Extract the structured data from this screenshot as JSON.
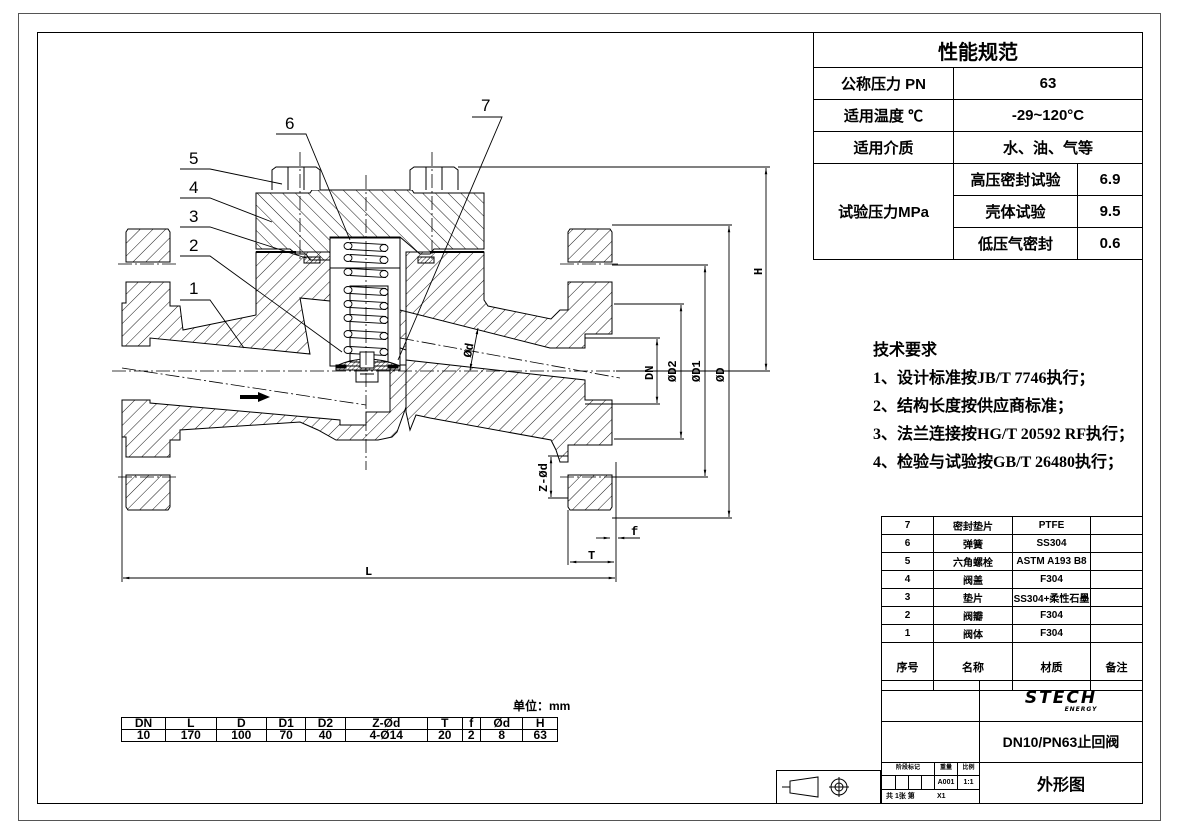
{
  "performance_spec": {
    "title": "性能规范",
    "rows": [
      {
        "label": "公称压力 PN",
        "value": "63"
      },
      {
        "label": "适用温度 ℃",
        "value": "-29~120°C"
      },
      {
        "label": "适用介质",
        "value": "水、油、气等"
      }
    ],
    "test_pressure": {
      "label": "试验压力MPa",
      "items": [
        {
          "name": "高压密封试验",
          "value": "6.9"
        },
        {
          "name": "壳体试验",
          "value": "9.5"
        },
        {
          "name": "低压气密封",
          "value": "0.6"
        }
      ]
    }
  },
  "technical_requirements": {
    "title": "技术要求",
    "items": [
      "1、设计标准按JB/T 7746执行；",
      "2、结构长度按供应商标准；",
      "3、法兰连接按HG/T 20592 RF执行；",
      "4、检验与试验按GB/T 26480执行；"
    ]
  },
  "bom": {
    "rows": [
      {
        "no": "7",
        "name": "密封垫片",
        "material": "PTFE",
        "note": ""
      },
      {
        "no": "6",
        "name": "弹簧",
        "material": "SS304",
        "note": ""
      },
      {
        "no": "5",
        "name": "六角螺栓",
        "material": "ASTM A193 B8",
        "note": ""
      },
      {
        "no": "4",
        "name": "阀盖",
        "material": "F304",
        "note": ""
      },
      {
        "no": "3",
        "name": "垫片",
        "material": "SS304+柔性石墨",
        "note": ""
      },
      {
        "no": "2",
        "name": "阀瓣",
        "material": "F304",
        "note": ""
      },
      {
        "no": "1",
        "name": "阀体",
        "material": "F304",
        "note": ""
      }
    ],
    "headers": {
      "no": "序号",
      "name": "名称",
      "material": "材质",
      "note": "备注"
    }
  },
  "title_block": {
    "logo_main": "STECH",
    "logo_sub": "ENERGY",
    "product_name": "DN10/PN63止回阀",
    "drawing_name": "外形图",
    "mark_label": "阶段标记",
    "weight_label": "重量",
    "scale_label": "比例",
    "weight_value": "A001",
    "scale_value": "1:1",
    "sheet_text": "共 1张 第",
    "sheet_no": "X1"
  },
  "dimensions_table": {
    "unit": "单位：mm",
    "headers": [
      "DN",
      "L",
      "D",
      "D1",
      "D2",
      "Z-Ød",
      "T",
      "f",
      "Ød",
      "H"
    ],
    "values": [
      "10",
      "170",
      "100",
      "70",
      "40",
      "4-Ø14",
      "20",
      "2",
      "8",
      "63"
    ]
  },
  "drawing_labels": {
    "parts": [
      "1",
      "2",
      "3",
      "4",
      "5",
      "6",
      "7"
    ],
    "dim_L": "L",
    "dim_H": "H",
    "dim_T": "T",
    "dim_f": "f",
    "dim_DN": "DN",
    "dim_D2": "ØD2",
    "dim_D1": "ØD1",
    "dim_D": "ØD",
    "dim_d": "Ød",
    "dim_Zd": "Z-Ød"
  }
}
